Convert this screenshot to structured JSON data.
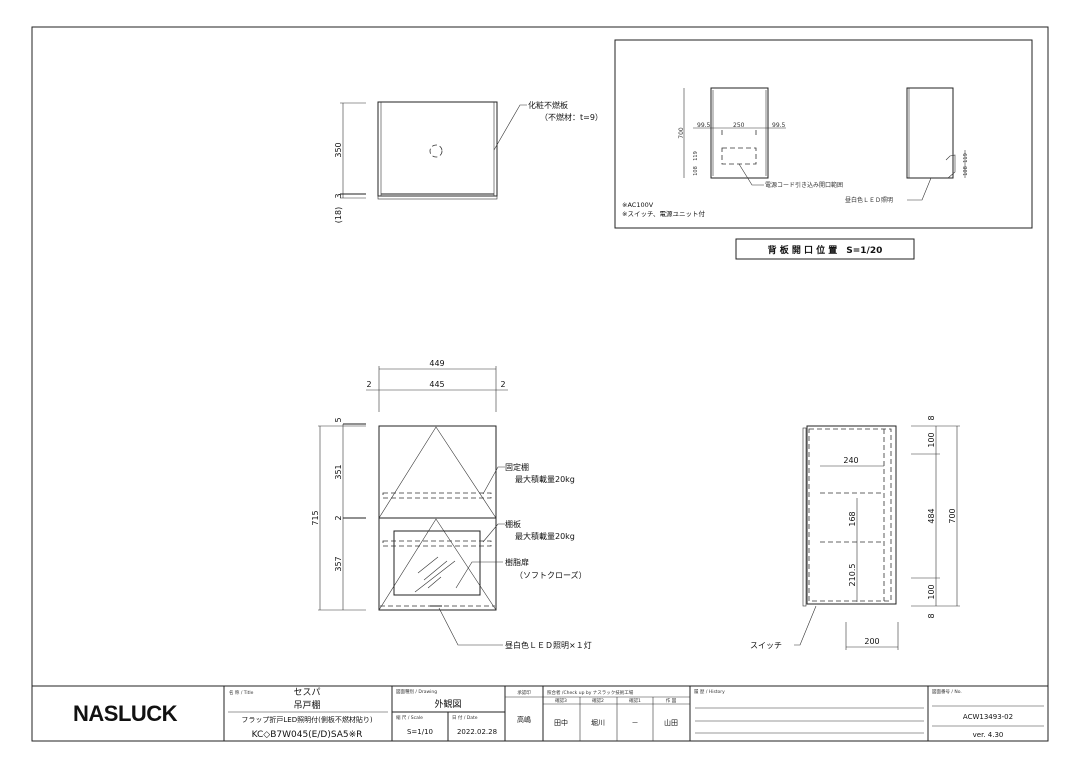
{
  "top_view": {
    "label_panel": "化粧不燃板",
    "label_panel_sub": "（不燃材：t=9）",
    "dim_height": "350",
    "dim_bottom": "3",
    "dim_ref": "(18)"
  },
  "front_view": {
    "dim_total_width": "449",
    "dim_inner_width": "445",
    "dim_left_gap": "2",
    "dim_right_gap": "2",
    "dim_top": "5",
    "dim_upper": "351",
    "dim_mid": "2",
    "dim_lower": "357",
    "dim_total_height": "715",
    "label_fixed_shelf": "固定棚",
    "label_fixed_shelf_load": "最大積載量20kg",
    "label_shelf": "棚板",
    "label_shelf_load": "最大積載量20kg",
    "label_door": "樹脂扉",
    "label_door_sub": "（ソフトクローズ）",
    "label_led": "昼白色ＬＥＤ照明×１灯"
  },
  "side_view": {
    "dim_shelf_depth": "240",
    "dim_shelf_pitch": "168",
    "dim_shelf_bottom": "210.5",
    "dim_top_8": "8",
    "dim_top_100": "100",
    "dim_mid_484": "484",
    "dim_bottom_100": "100",
    "dim_bottom_8": "8",
    "dim_total_700": "700",
    "dim_depth_200": "200",
    "label_switch": "スイッチ"
  },
  "rear_detail": {
    "dim_left": "99.5",
    "dim_center": "250",
    "dim_right": "99.5",
    "dim_height": "700",
    "dim_119": "119",
    "dim_108": "108",
    "label_opening": "電源コード引き込み開口範囲",
    "label_led": "昼白色ＬＥＤ照明",
    "dim_side_119": "119",
    "dim_side_108": "108",
    "note_1": "※AC100V",
    "note_2": "※スイッチ、電源ユニット付",
    "caption": "背 板 開 口 位 置　S=1/20"
  },
  "title_block": {
    "logo": "NASLUCK",
    "title_header": "名 称 / Title",
    "title_line1": "セスパ",
    "title_line2": "吊戸棚",
    "subtitle": "フラップ折戸LED照明付(側板不燃材貼り)",
    "model": "KC◇B7W045(E/D)SA5※R",
    "drawing_header": "図面種別 / Drawing",
    "drawing_value": "外観図",
    "scale_header": "縮 尺 / Scale",
    "scale_value": "S=1/10",
    "date_header": "日 付 / Date",
    "date_value": "2022.02.28",
    "approver_header": "承認印",
    "approver_value": "高嶋",
    "check_header": "照合者 /Check up by ナスラック技術工場",
    "check_cols": [
      "確認3",
      "確認2",
      "確認1",
      "作 図"
    ],
    "check_vals": [
      "田中",
      "堀川",
      "－",
      "山田"
    ],
    "history_header": "履 歴 / History",
    "no_header": "図面番号 / No.",
    "no_value": "ACW13493-02",
    "version": "ver. 4.30"
  }
}
